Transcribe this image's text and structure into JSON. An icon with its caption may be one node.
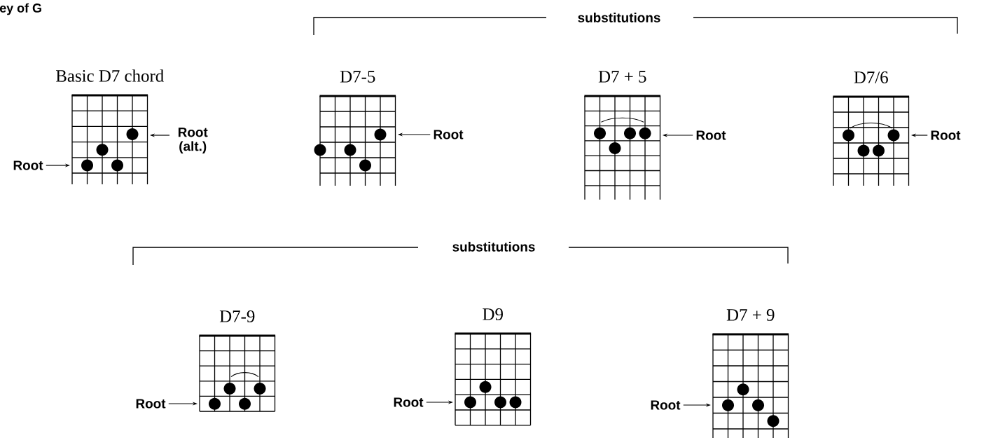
{
  "diagram": {
    "title": "ey of G",
    "nodes": [
      {
        "text": [
          "Root"
        ]
      },
      {
        "text": [
          "Basic D7 chord"
        ]
      },
      {
        "text": [
          "Root (alt.)"
        ]
      },
      {
        "text": [
          "D7-5"
        ]
      },
      {
        "text": [
          "Root"
        ]
      },
      {
        "text": [
          "D7 + 5"
        ]
      },
      {
        "text": [
          "Root"
        ]
      },
      {
        "text": [
          "D7/6"
        ]
      },
      {
        "text": [
          "Root"
        ]
      },
      {
        "text": [
          "Root"
        ]
      },
      {
        "text": [
          "D7-9"
        ]
      },
      {
        "text": [
          "Root"
        ]
      },
      {
        "text": [
          "D9"
        ]
      },
      {
        "text": [
          "Root"
        ]
      },
      {
        "text": [
          "D7 + 9"
        ]
      }
    ],
    "edges": [
      {
        "from": 0,
        "to": 1,
        "arrow": "to"
      },
      {
        "from": 2,
        "to": 1,
        "arrow": "to"
      },
      {
        "from": 4,
        "to": 3,
        "arrow": "to"
      },
      {
        "from": 6,
        "to": 5,
        "arrow": "to"
      },
      {
        "from": 8,
        "to": 7,
        "arrow": "to"
      },
      {
        "from": 9,
        "to": 10,
        "arrow": "to"
      },
      {
        "from": 11,
        "to": 12,
        "arrow": "to"
      },
      {
        "from": 13,
        "to": 14,
        "arrow": "to"
      }
    ],
    "labels": [
      "substitutions",
      "substitutions"
    ]
  }
}
